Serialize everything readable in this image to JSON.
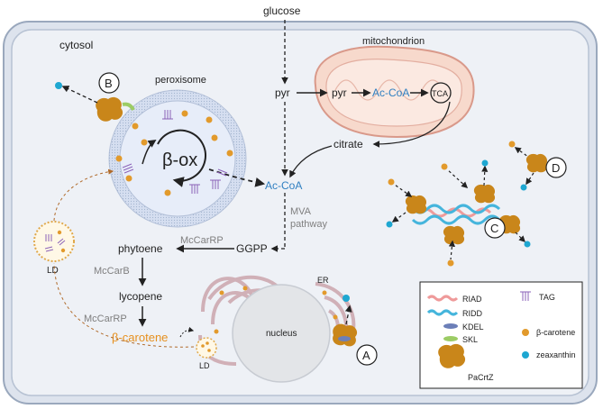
{
  "labels": {
    "glucose": "glucose",
    "cytosol": "cytosol",
    "mitochondrion": "mitochondrion",
    "peroxisome": "peroxisome",
    "pyr": "pyr",
    "acoa": "Ac-CoA",
    "tca": "TCA",
    "citrate": "citrate",
    "box": "β-ox",
    "mva1": "MVA",
    "mva2": "pathway",
    "ggpp": "GGPP",
    "phytoene": "phytoene",
    "mccarrp": "McCarRP",
    "mccarb": "McCarB",
    "lycopene": "lycopene",
    "bcarotene": "β-carotene",
    "nucleus": "nucleus",
    "er": "ER",
    "ld": "LD",
    "A": "A",
    "B": "B",
    "C": "C",
    "D": "D"
  },
  "legend": {
    "riad": "RIAD",
    "ridd": "RIDD",
    "kdel": "KDEL",
    "skl": "SKL",
    "pacrtz": "PaCrtZ",
    "tag": "TAG",
    "bcarotene": "β-carotene",
    "zeaxanthin": "zeaxanthin"
  },
  "colors": {
    "cell_border": "#9aa8bd",
    "cytosol_fill": "#e9edf4",
    "peroxisome_fill": "#e4ebf8",
    "mito_fill": "#f7d9cc",
    "mito_border": "#d9998a",
    "acoa": "#2f7fc1",
    "enzyme": "#7f7f7f",
    "bcarotene_text": "#e6901f",
    "carotene_dot": "#e29a2c",
    "zeaxanthin_dot": "#1ea7d1",
    "pacrtz": "#c9861a",
    "riad": "#ef9a9a",
    "ridd": "#45b5dc",
    "kdel": "#6c7fb8",
    "skl": "#9ccc65",
    "tag": "#8b62b8",
    "er": "#c9a0a8"
  }
}
